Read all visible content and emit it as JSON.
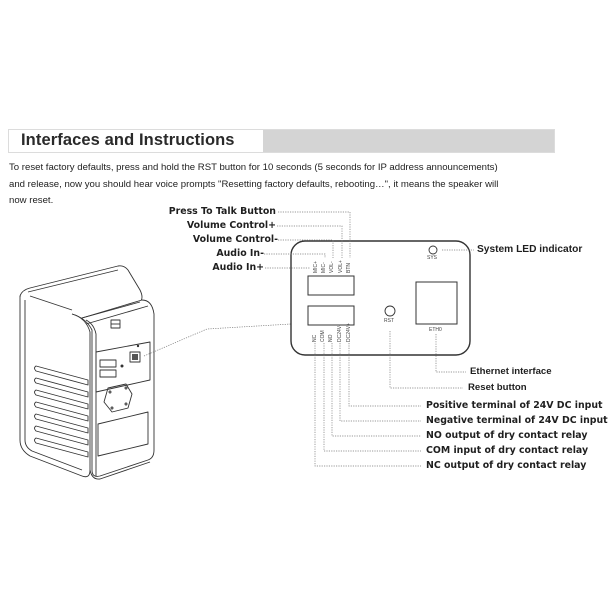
{
  "header": {
    "title": "Interfaces and Instructions"
  },
  "intro": {
    "lines": [
      "To reset factory defaults, press and hold the RST button for 10 seconds (5 seconds for IP address announcements)",
      "and release, now you should hear voice prompts \"Resetting factory defaults, rebooting…\", it means the speaker will",
      "now reset."
    ]
  },
  "left_labels": [
    "Press To Talk Button",
    "Volume Control+",
    "Volume Control-",
    "Audio In-",
    "Audio In+"
  ],
  "panel": {
    "top_pins": [
      "MIC+",
      "MIC-",
      "VOL-",
      "VOL+",
      "BTN"
    ],
    "bottom_pins": [
      "NC",
      "COM",
      "NO",
      "DC24V-",
      "DC24V+"
    ],
    "sys_label": "SYS",
    "rst_label": "RST",
    "eth_label": "ETH0"
  },
  "right_labels": {
    "system_led": "System LED indicator",
    "ethernet": "Ethernet interface",
    "reset": "Reset button",
    "dc_positive": "Positive terminal of 24V DC input",
    "dc_negative": "Negative terminal of 24V DC input",
    "no": "NO output of dry contact relay",
    "com": "COM input of dry contact relay",
    "nc": "NC output of dry contact relay"
  },
  "colors": {
    "header_bar": "#d4d4d4",
    "line": "#3a3a3a",
    "leader": "#777777",
    "text": "#222222"
  }
}
